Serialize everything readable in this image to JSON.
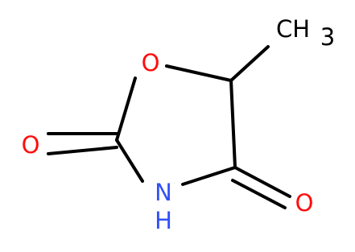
{
  "molecule": {
    "atoms": {
      "o_ring": {
        "label": "O",
        "color": "#ff0d0d"
      },
      "o_left": {
        "label": "O",
        "color": "#ff0d0d"
      },
      "o_right": {
        "label": "O",
        "color": "#ff0d0d"
      },
      "n": {
        "label": "N",
        "color": "#3050f8"
      },
      "h": {
        "label": "H",
        "color": "#3050f8"
      },
      "methyl": {
        "label": "CH",
        "subscript": "3",
        "color": "#000000"
      }
    }
  }
}
